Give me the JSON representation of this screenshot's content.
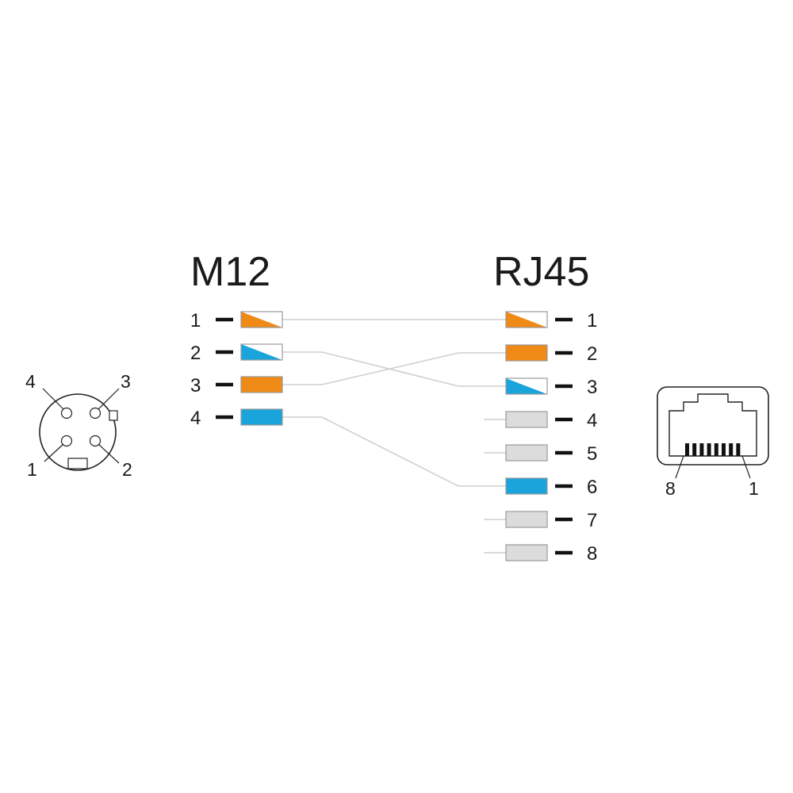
{
  "connectors": {
    "left_title": "M12",
    "right_title": "RJ45"
  },
  "colors": {
    "orange": "#ef8a16",
    "blue": "#1aa4dc",
    "grey": "#dcdcdc"
  },
  "m12_pins": [
    {
      "label": "1",
      "color": "orange",
      "style": "stripe"
    },
    {
      "label": "2",
      "color": "blue",
      "style": "stripe"
    },
    {
      "label": "3",
      "color": "orange",
      "style": "solid"
    },
    {
      "label": "4",
      "color": "blue",
      "style": "solid"
    }
  ],
  "rj45_pins": [
    {
      "label": "1",
      "color": "orange",
      "style": "stripe"
    },
    {
      "label": "2",
      "color": "orange",
      "style": "solid"
    },
    {
      "label": "3",
      "color": "blue",
      "style": "stripe"
    },
    {
      "label": "4",
      "color": "grey",
      "style": "solid"
    },
    {
      "label": "5",
      "color": "grey",
      "style": "solid"
    },
    {
      "label": "6",
      "color": "blue",
      "style": "solid"
    },
    {
      "label": "7",
      "color": "grey",
      "style": "solid"
    },
    {
      "label": "8",
      "color": "grey",
      "style": "solid"
    }
  ],
  "connections": [
    {
      "m12": "1",
      "rj45": "1"
    },
    {
      "m12": "2",
      "rj45": "3"
    },
    {
      "m12": "3",
      "rj45": "2"
    },
    {
      "m12": "4",
      "rj45": "6"
    }
  ],
  "m12_face": {
    "labels": [
      "1",
      "2",
      "3",
      "4"
    ]
  },
  "rj45_face": {
    "label_left": "8",
    "label_right": "1",
    "contact_count": 8
  }
}
